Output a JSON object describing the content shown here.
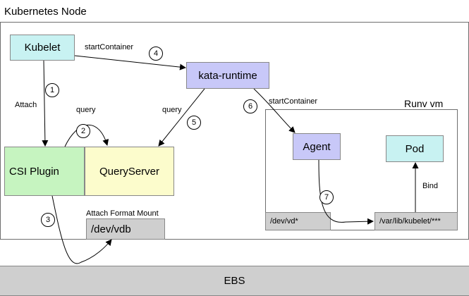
{
  "colors": {
    "kubelet": "#c8f2f2",
    "kata_runtime": "#c8c8f8",
    "csi_plugin": "#c6f4c0",
    "query_server": "#fcfccc",
    "agent": "#c8c8f8",
    "pod": "#c8f2f2",
    "device": "#cfcfcf",
    "ebs": "#cfcfcf"
  },
  "node_title": "Kubernetes Node",
  "vm_title": "Runv vm",
  "nodes": {
    "kubelet": "Kubelet",
    "kata_runtime": "kata-runtime",
    "csi_plugin": "CSI Plugin",
    "query_server": "QueryServer",
    "agent": "Agent",
    "pod": "Pod",
    "dev_vdb": "/dev/vdb",
    "dev_vd": "/dev/vd*",
    "var_lib": "/var/lib/kubelet/***",
    "ebs": "EBS"
  },
  "edges": {
    "start_container_1": "startContainer",
    "start_container_2": "startContainer",
    "attach": "Attach",
    "query_1": "query",
    "query_2": "query",
    "attach_format_mount": "Attach Format Mount",
    "bind": "Bind"
  },
  "steps": [
    "1",
    "2",
    "3",
    "4",
    "5",
    "6",
    "7"
  ]
}
